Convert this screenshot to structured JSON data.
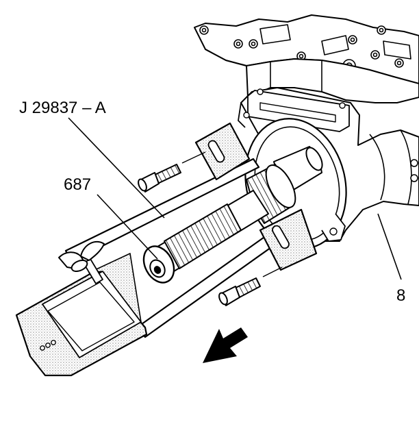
{
  "callouts": {
    "tool": "J 29837 – A",
    "part_687": "687",
    "part_8": "8"
  },
  "colors": {
    "line": "#000000",
    "background": "#ffffff",
    "stipple": "#9a9a9a"
  },
  "icons": [
    "direction-arrow-icon",
    "bolt-icon",
    "wing-nut-icon"
  ]
}
